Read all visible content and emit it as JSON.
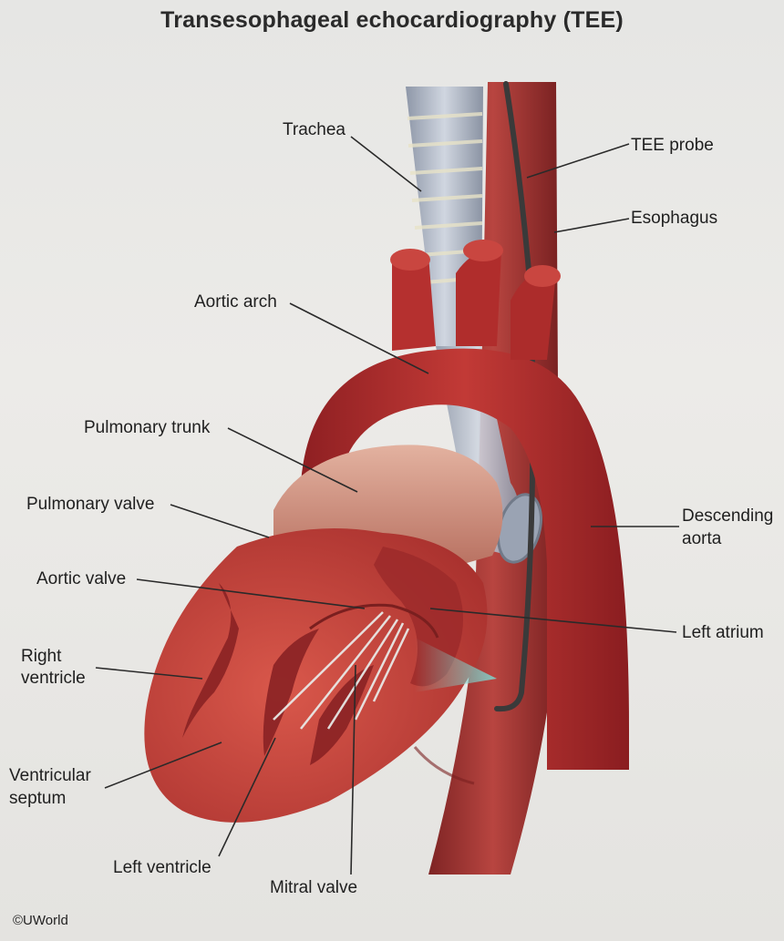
{
  "title": "Transesophageal echocardiography (TEE)",
  "labels": {
    "trachea": "Trachea",
    "tee_probe": "TEE probe",
    "esophagus": "Esophagus",
    "aortic_arch": "Aortic arch",
    "pulmonary_trunk": "Pulmonary trunk",
    "pulmonary_valve": "Pulmonary valve",
    "aortic_valve": "Aortic valve",
    "right_ventricle_1": "Right",
    "right_ventricle_2": "ventricle",
    "ventricular_septum_1": "Ventricular",
    "ventricular_septum_2": "septum",
    "left_ventricle": "Left ventricle",
    "mitral_valve": "Mitral valve",
    "descending_aorta_1": "Descending",
    "descending_aorta_2": "aorta",
    "left_atrium": "Left atrium"
  },
  "copyright": "©UWorld",
  "colors": {
    "vessel": "#b5302f",
    "muscle": "#c8463c",
    "pulmonary_trunk": "#d9a08e",
    "trachea": "#b8c1cf",
    "esophagus": "#a93a35",
    "probe": "#3a3a3a",
    "ultrasound_beam": "#7fd3cc"
  }
}
